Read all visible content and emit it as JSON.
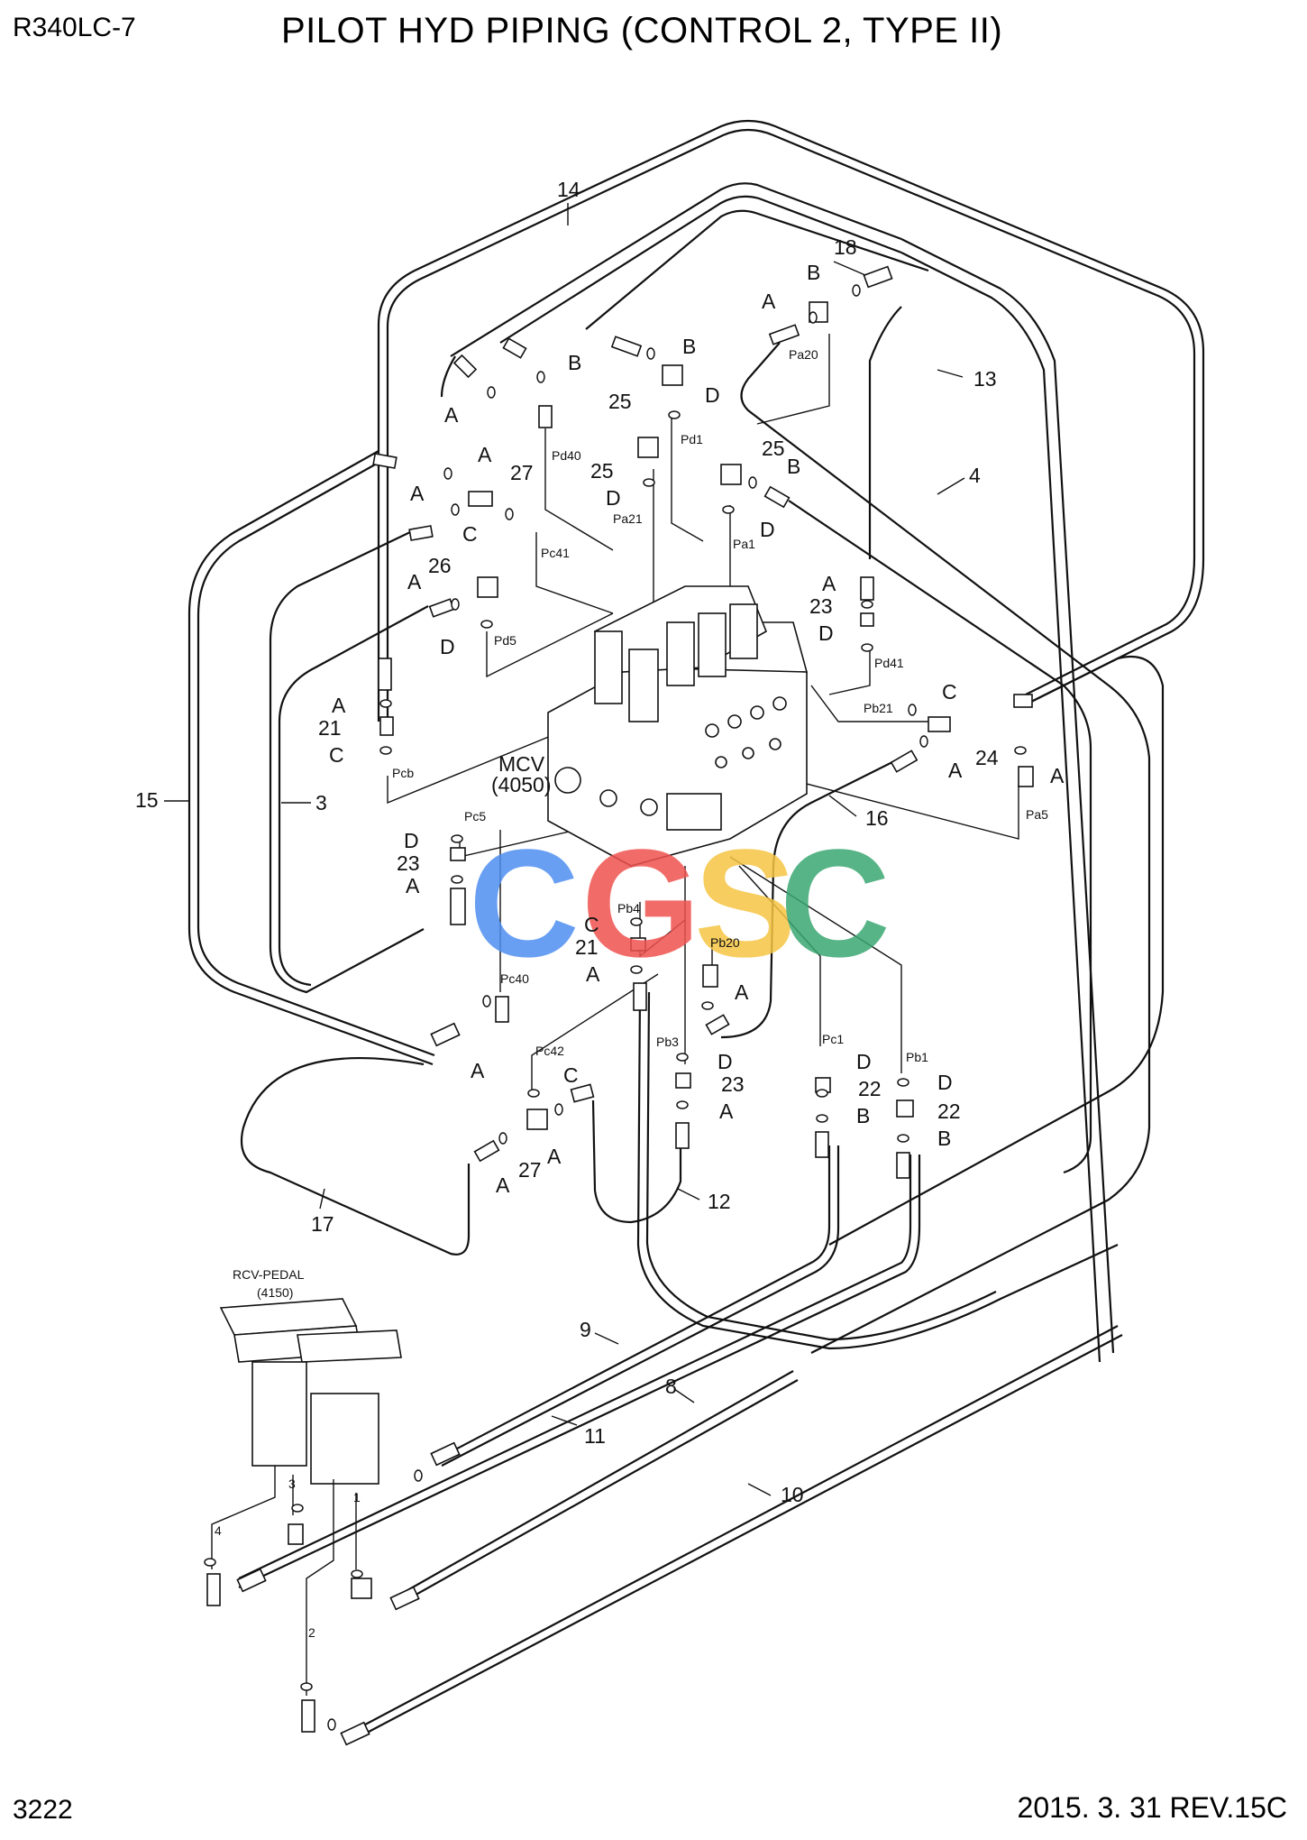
{
  "header": {
    "model": "R340LC-7",
    "title": "PILOT HYD PIPING (CONTROL 2, TYPE II)"
  },
  "footer": {
    "page_number": "3222",
    "date_rev": "2015. 3. 31  REV.15C"
  },
  "watermark": {
    "text": "CGSC",
    "colors": [
      "#4f8ff0",
      "#ef5350",
      "#f5c542",
      "#3aa772"
    ]
  },
  "components": {
    "mcv": {
      "line1": "MCV",
      "line2": "(4050)"
    },
    "rcv": {
      "line1": "RCV-PEDAL",
      "line2": "(4150)"
    }
  },
  "callouts": [
    {
      "id": "c1",
      "text": "14"
    },
    {
      "id": "c2",
      "text": "18"
    },
    {
      "id": "c3",
      "text": "B"
    },
    {
      "id": "c4",
      "text": "A"
    },
    {
      "id": "c5",
      "text": "B"
    },
    {
      "id": "c6",
      "text": "B"
    },
    {
      "id": "c7",
      "text": "25"
    },
    {
      "id": "c8",
      "text": "D"
    },
    {
      "id": "c9",
      "text": "13"
    },
    {
      "id": "c10",
      "text": "A"
    },
    {
      "id": "c11",
      "text": "A"
    },
    {
      "id": "c12",
      "text": "27"
    },
    {
      "id": "c13",
      "text": "A"
    },
    {
      "id": "c14",
      "text": "C"
    },
    {
      "id": "c15",
      "text": "25"
    },
    {
      "id": "c16",
      "text": "D"
    },
    {
      "id": "c17",
      "text": "25"
    },
    {
      "id": "c18",
      "text": "B"
    },
    {
      "id": "c19",
      "text": "D"
    },
    {
      "id": "c20",
      "text": "4"
    },
    {
      "id": "c21",
      "text": "26"
    },
    {
      "id": "c22",
      "text": "A"
    },
    {
      "id": "c23",
      "text": "D"
    },
    {
      "id": "c24",
      "text": "A"
    },
    {
      "id": "c25",
      "text": "23"
    },
    {
      "id": "c26",
      "text": "D"
    },
    {
      "id": "c27",
      "text": "A"
    },
    {
      "id": "c28",
      "text": "21"
    },
    {
      "id": "c29",
      "text": "C"
    },
    {
      "id": "c30",
      "text": "C"
    },
    {
      "id": "c31",
      "text": "24"
    },
    {
      "id": "c32",
      "text": "A"
    },
    {
      "id": "c33",
      "text": "A"
    },
    {
      "id": "c34",
      "text": "15"
    },
    {
      "id": "c35",
      "text": "3"
    },
    {
      "id": "c36",
      "text": "16"
    },
    {
      "id": "c37",
      "text": "D"
    },
    {
      "id": "c38",
      "text": "23"
    },
    {
      "id": "c39",
      "text": "A"
    },
    {
      "id": "c40",
      "text": "C"
    },
    {
      "id": "c41",
      "text": "21"
    },
    {
      "id": "c42",
      "text": "A"
    },
    {
      "id": "c43",
      "text": "A"
    },
    {
      "id": "c44",
      "text": "A"
    },
    {
      "id": "c45",
      "text": "D"
    },
    {
      "id": "c46",
      "text": "23"
    },
    {
      "id": "c47",
      "text": "A"
    },
    {
      "id": "c48",
      "text": "D"
    },
    {
      "id": "c49",
      "text": "22"
    },
    {
      "id": "c50",
      "text": "B"
    },
    {
      "id": "c51",
      "text": "D"
    },
    {
      "id": "c52",
      "text": "22"
    },
    {
      "id": "c53",
      "text": "B"
    },
    {
      "id": "c54",
      "text": "C"
    },
    {
      "id": "c55",
      "text": "27"
    },
    {
      "id": "c56",
      "text": "A"
    },
    {
      "id": "c57",
      "text": "A"
    },
    {
      "id": "c58",
      "text": "12"
    },
    {
      "id": "c59",
      "text": "17"
    },
    {
      "id": "c60",
      "text": "9"
    },
    {
      "id": "c61",
      "text": "8"
    },
    {
      "id": "c62",
      "text": "11"
    },
    {
      "id": "c63",
      "text": "10"
    }
  ],
  "ports": [
    {
      "id": "p1",
      "text": "Pa20"
    },
    {
      "id": "p2",
      "text": "Pd40"
    },
    {
      "id": "p3",
      "text": "Pd1"
    },
    {
      "id": "p4",
      "text": "Pa21"
    },
    {
      "id": "p5",
      "text": "Pc41"
    },
    {
      "id": "p6",
      "text": "Pa1"
    },
    {
      "id": "p7",
      "text": "Pd5"
    },
    {
      "id": "p8",
      "text": "Pd41"
    },
    {
      "id": "p9",
      "text": "Pb21"
    },
    {
      "id": "p10",
      "text": "Pcb"
    },
    {
      "id": "p11",
      "text": "Pa5"
    },
    {
      "id": "p12",
      "text": "Pc5"
    },
    {
      "id": "p13",
      "text": "Pb4"
    },
    {
      "id": "p14",
      "text": "Pb20"
    },
    {
      "id": "p15",
      "text": "Pc40"
    },
    {
      "id": "p16",
      "text": "Pb3"
    },
    {
      "id": "p17",
      "text": "Pc1"
    },
    {
      "id": "p18",
      "text": "Pb1"
    },
    {
      "id": "p19",
      "text": "Pc42"
    },
    {
      "id": "p20",
      "text": "4"
    },
    {
      "id": "p21",
      "text": "3"
    },
    {
      "id": "p22",
      "text": "1"
    },
    {
      "id": "p23",
      "text": "2"
    }
  ]
}
